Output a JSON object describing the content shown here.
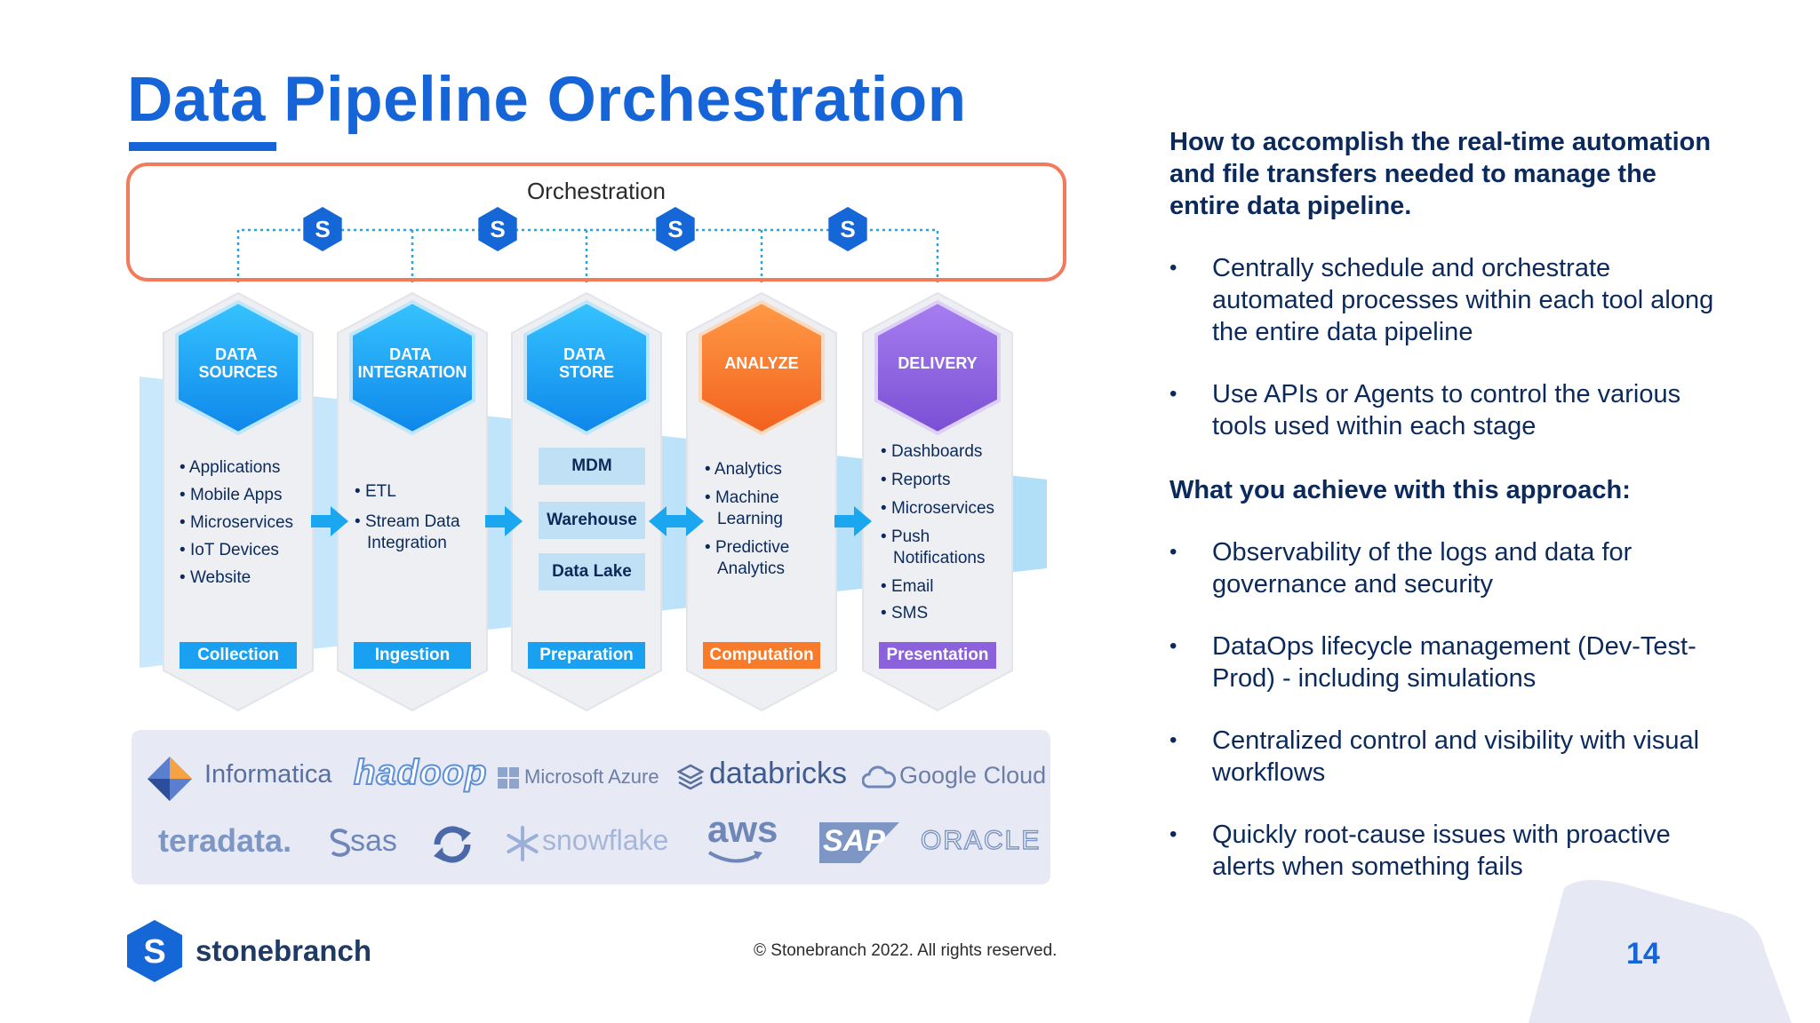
{
  "title": "Data Pipeline Orchestration",
  "orchestration_label": "Orchestration",
  "node_glyph": "S",
  "stages": [
    {
      "header": [
        "DATA",
        "SOURCES"
      ],
      "color": "#1aa7f0",
      "items": [
        "Applications",
        "Mobile Apps",
        "Microservices",
        "IoT Devices",
        "Website"
      ],
      "footer": "Collection",
      "footer_color": "#19a0f0"
    },
    {
      "header": [
        "DATA",
        "INTEGRATION"
      ],
      "color": "#1aa7f0",
      "items": [
        "ETL",
        "Stream Data",
        "Integration"
      ],
      "footer": "Ingestion",
      "footer_color": "#19a0f0"
    },
    {
      "header": [
        "DATA",
        "STORE"
      ],
      "color": "#1aa7f0",
      "items": [
        "MDM",
        "Warehouse",
        "Data Lake"
      ],
      "footer": "Preparation",
      "footer_color": "#19a0f0"
    },
    {
      "header": [
        "ANALYZE"
      ],
      "color": "#f77b2a",
      "items": [
        "Analytics",
        "Machine",
        "Learning",
        "Predictive",
        "Analytics"
      ],
      "footer": "Computation",
      "footer_color": "#f77b2a"
    },
    {
      "header": [
        "DELIVERY"
      ],
      "color": "#8b5fe0",
      "items": [
        "Dashboards",
        "Reports",
        "Microservices",
        "Push",
        "Notifications",
        "Email",
        "SMS"
      ],
      "footer": "Presentation",
      "footer_color": "#8b62dc"
    }
  ],
  "logos": [
    "Informatica",
    "hadoop",
    "Microsoft Azure",
    "databricks",
    "Google Cloud",
    "teradata.",
    "sas",
    "snowflake",
    "aws",
    "SAP",
    "ORACLE"
  ],
  "brand": "stonebranch",
  "brand_glyph": "S",
  "copyright": "© Stonebranch 2022. All rights reserved.",
  "page_number": "14",
  "right": {
    "heading1": "How to accomplish the real-time automation and file transfers needed to manage the entire data pipeline.",
    "bullets1": [
      "Centrally schedule and orchestrate automated processes within each tool along the entire data pipeline",
      "Use APIs or Agents to control the various tools used within each stage"
    ],
    "heading2": "What you achieve with this approach:",
    "bullets2": [
      "Observability of the logs and data for governance and security",
      "DataOps lifecycle management (Dev-Test-Prod) - including simulations",
      "Centralized control and visibility with visual workflows",
      "Quickly root-cause issues with proactive alerts when something fails"
    ]
  },
  "colors": {
    "accent": "#1565d8",
    "orchestration_border": "#f27b5e",
    "analyze": "#f77b2a",
    "delivery": "#8b5fe0",
    "data": "#1aa7f0"
  }
}
